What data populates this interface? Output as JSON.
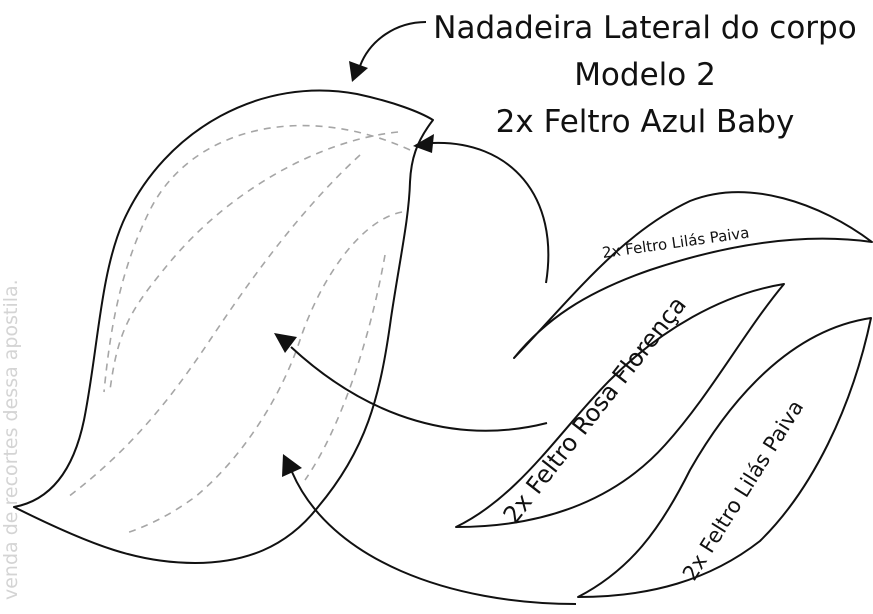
{
  "title": {
    "line1": "Nadadeira Lateral do corpo",
    "line2": "Modelo 2",
    "line3": "2x Feltro Azul Baby"
  },
  "pieces": {
    "top": "2x Feltro Lilás Paiva",
    "middle": "2x Feltro Rosa Florença",
    "bottom": "2x Feltro Lilás Paiva"
  },
  "watermark": "venda de recortes dessa apostila.",
  "colors": {
    "outline": "#111111",
    "dashed_guides": "#a6a6a6",
    "watermark": "#d4d4d4",
    "background": "#ffffff"
  },
  "icons": [
    "curved-arrow-icon"
  ]
}
